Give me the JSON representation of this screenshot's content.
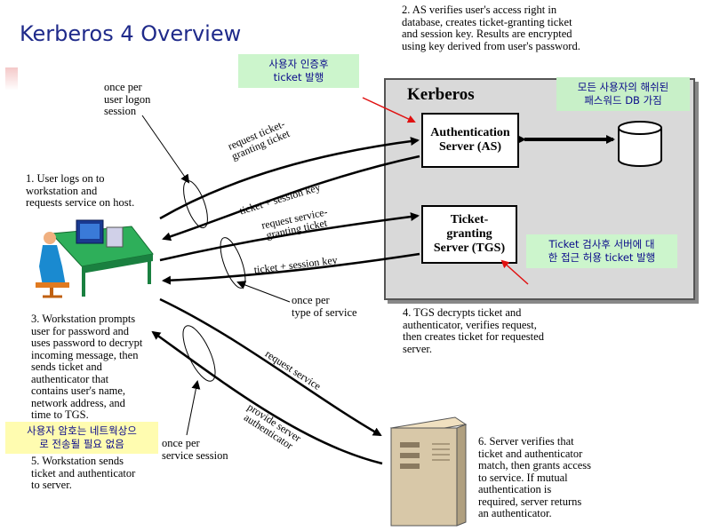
{
  "title": "Kerberos 4 Overview",
  "kerberos_label": "Kerberos",
  "as_label": "Authentication\nServer (AS)",
  "tgs_label": "Ticket-\ngranting\nServer (TGS)",
  "steps": {
    "s1": "1. User logs on to\nworkstation and\nrequests service on host.",
    "s2": "2. AS verifies user's access right in\ndatabase, creates ticket-granting ticket\nand session key. Results are encrypted\nusing key derived from user's password.",
    "s3": "3. Workstation prompts\nuser for password and\nuses password to decrypt\nincoming message, then\nsends ticket and\nauthenticator that\ncontains user's name,\nnetwork address, and\ntime to TGS.",
    "s4": "4. TGS decrypts ticket and\nauthenticator, verifies request,\nthen creates ticket for requested\nserver.",
    "s5": "5. Workstation sends\nticket and authenticator\nto server.",
    "s6": "6. Server verifies that\nticket and authenticator\nmatch, then grants access\nto service. If mutual\nauthentication is\nrequired, server returns\nan authenticator."
  },
  "freq": {
    "logon": "once per\nuser logon\nsession",
    "service_type": "once per\ntype of service",
    "service_session": "once per\nservice session"
  },
  "arrows": {
    "req_tgt": "request ticket-\ngranting ticket",
    "tkt_sk1": "ticket + session key",
    "req_sgt": "request service-\ngranting ticket",
    "tkt_sk2": "ticket + session key",
    "req_service": "request service",
    "provide_auth": "provide server\nauthenticator"
  },
  "notes": {
    "after_auth": "사용자 인증후\nticket 발행",
    "db_note": "모든 사용자의 해쉬된\n패스워드 DB 가짐",
    "tgs_note": "Ticket 검사후 서버에 대\n한 접근 허용 ticket 발행",
    "pw_note": "사용자 암호는 네트웍상으\n로 전송될 필요 없음"
  },
  "colors": {
    "title": "#1f2a8a",
    "note_green": "#ccf5cc",
    "note_yellow": "#fffcb0",
    "note_text": "#0a0a8a",
    "red_arrow": "#e01010"
  },
  "icons": [
    "user-workstation-icon",
    "database-icon",
    "server-tower-icon"
  ]
}
